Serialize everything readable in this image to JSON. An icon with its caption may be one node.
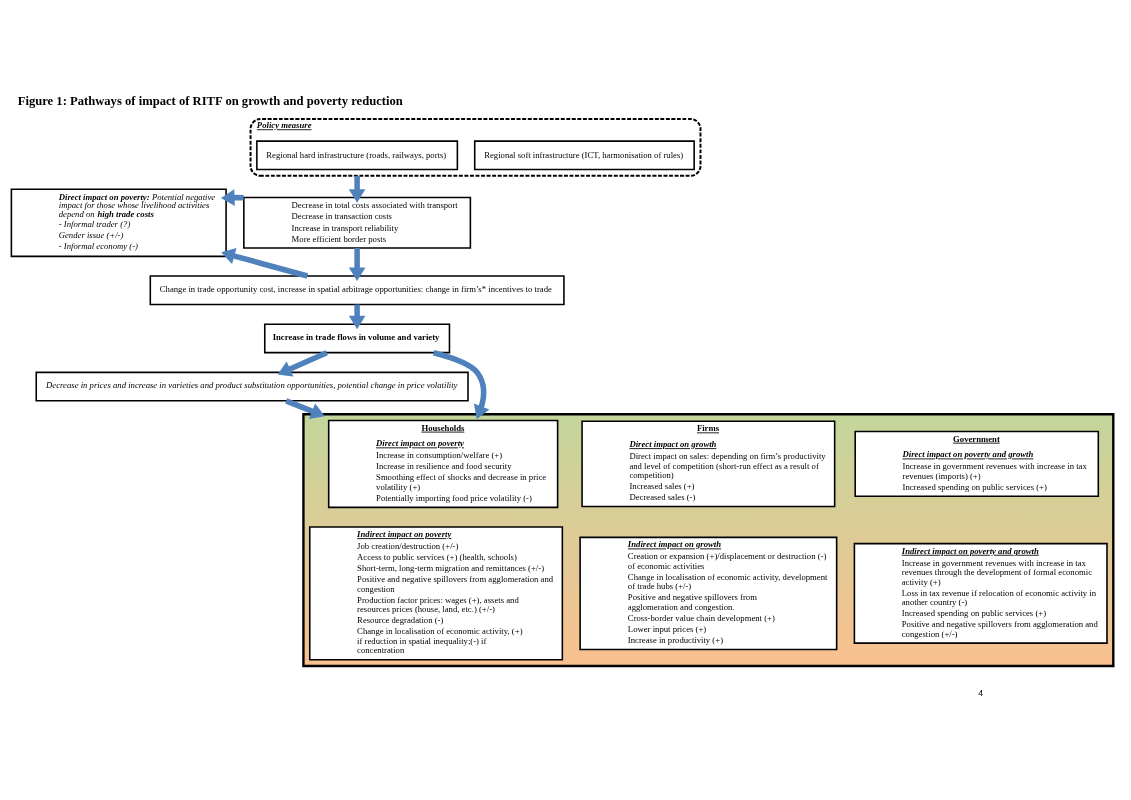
{
  "diagram": {
    "title": "Figure 1: Pathways of impact of RITF on growth and poverty reduction",
    "nodes": [
      {
        "text": [
          "Policy measure"
        ]
      },
      {
        "text": [
          "Regional hard infrastructure (roads, railways, ports)"
        ],
        "in": 0
      },
      {
        "text": [
          "Regional soft infrastructure (ICT, harmonisation of rules)"
        ],
        "in": 0
      },
      {
        "text": [
          "**Direct impact on poverty:** Potential negative impact for those whose livelihood activities depend on **high trade costs**",
          "- Informal trader (?)",
          "Gender issue (+/-)",
          "- Informal economy (-)"
        ]
      },
      {
        "text": [
          "Decrease in total costs associated with transport",
          "Decrease in transaction costs",
          "Increase in transport reliability",
          "More efficient border posts"
        ]
      },
      {
        "text": [
          "Change in trade opportunity cost, increase in spatial arbitrage opportunities: change in firm’s* incentives to trade"
        ]
      },
      {
        "text": [
          "Increase in trade flows in volume and variety"
        ]
      },
      {
        "text": [
          "Decrease in prices and increase in varieties and product substitution opportunities, potential change in price volatility"
        ]
      },
      {
        "text": [],
        "shape": "box"
      },
      {
        "text": [
          "Households",
          "Direct impact on poverty",
          "Increase in consumption/welfare (+)",
          "Increase in resilience and food security",
          "Smoothing effect of shocks and decrease in price volatility (+)",
          "Potentially importing food price volatility (-)"
        ],
        "in": 8
      },
      {
        "text": [
          "Firms",
          "Direct impact on growth",
          "Direct impact on sales: depending on firm’s productivity and level of competition (short-run effect as a result of competition)",
          "Increased sales (+)",
          "Decreased sales (-)"
        ],
        "in": 8
      },
      {
        "text": [
          "Government",
          "Direct impact on poverty and growth",
          "Increase in government revenues with increase in tax revenues (imports) (+)",
          "Increased spending on public services (+)"
        ],
        "in": 8
      },
      {
        "text": [
          "Indirect impact on poverty",
          "Job creation/destruction (+/-)",
          "Access to public services (+) (health, schools)",
          "Short-term, long-term migration and remittances (+/-)",
          "Positive and negative spillovers from agglomeration and congestion",
          "Production factor prices: wages (+), assets and resources prices (house, land, etc.) (+/-)",
          "Resource degradation (-)",
          "Change in localisation of economic activity, (+) if reduction in spatial inequality;(-) if concentration"
        ],
        "in": 8
      },
      {
        "text": [
          "Indirect impact on growth",
          "Creation or expansion (+)/displacement or destruction (-) of economic activities",
          "Change in localisation of economic activity, development of trade hubs (+/-)",
          "Positive and negative spillovers from agglomeration and congestion.",
          "Cross-border value chain development (+)",
          "Lower input prices (+)",
          "Increase in productivity (+)"
        ],
        "in": 8
      },
      {
        "text": [
          "Indirect impact on poverty and growth",
          "Increase in government revenues with increase in tax revenues through the development of formal economic activity (+)",
          "Loss in tax revenue if relocation of economic activity in another country (-)",
          "Increased spending on public services (+)",
          "Positive and negative spillovers from agglomeration and congestion (+/-)"
        ],
        "in": 8
      }
    ],
    "edges": [
      {
        "from": 0,
        "to": 4,
        "arrow": "to"
      },
      {
        "from": 4,
        "to": 3,
        "arrow": "to"
      },
      {
        "from": 4,
        "to": 5,
        "arrow": "to"
      },
      {
        "from": 5,
        "to": 3,
        "arrow": "to"
      },
      {
        "from": 5,
        "to": 6,
        "arrow": "to"
      },
      {
        "from": 6,
        "to": 7,
        "arrow": "to"
      },
      {
        "from": 6,
        "to": 8,
        "arrow": "to"
      },
      {
        "from": 7,
        "to": 8,
        "arrow": "to"
      }
    ],
    "labels": [
      "4"
    ]
  }
}
